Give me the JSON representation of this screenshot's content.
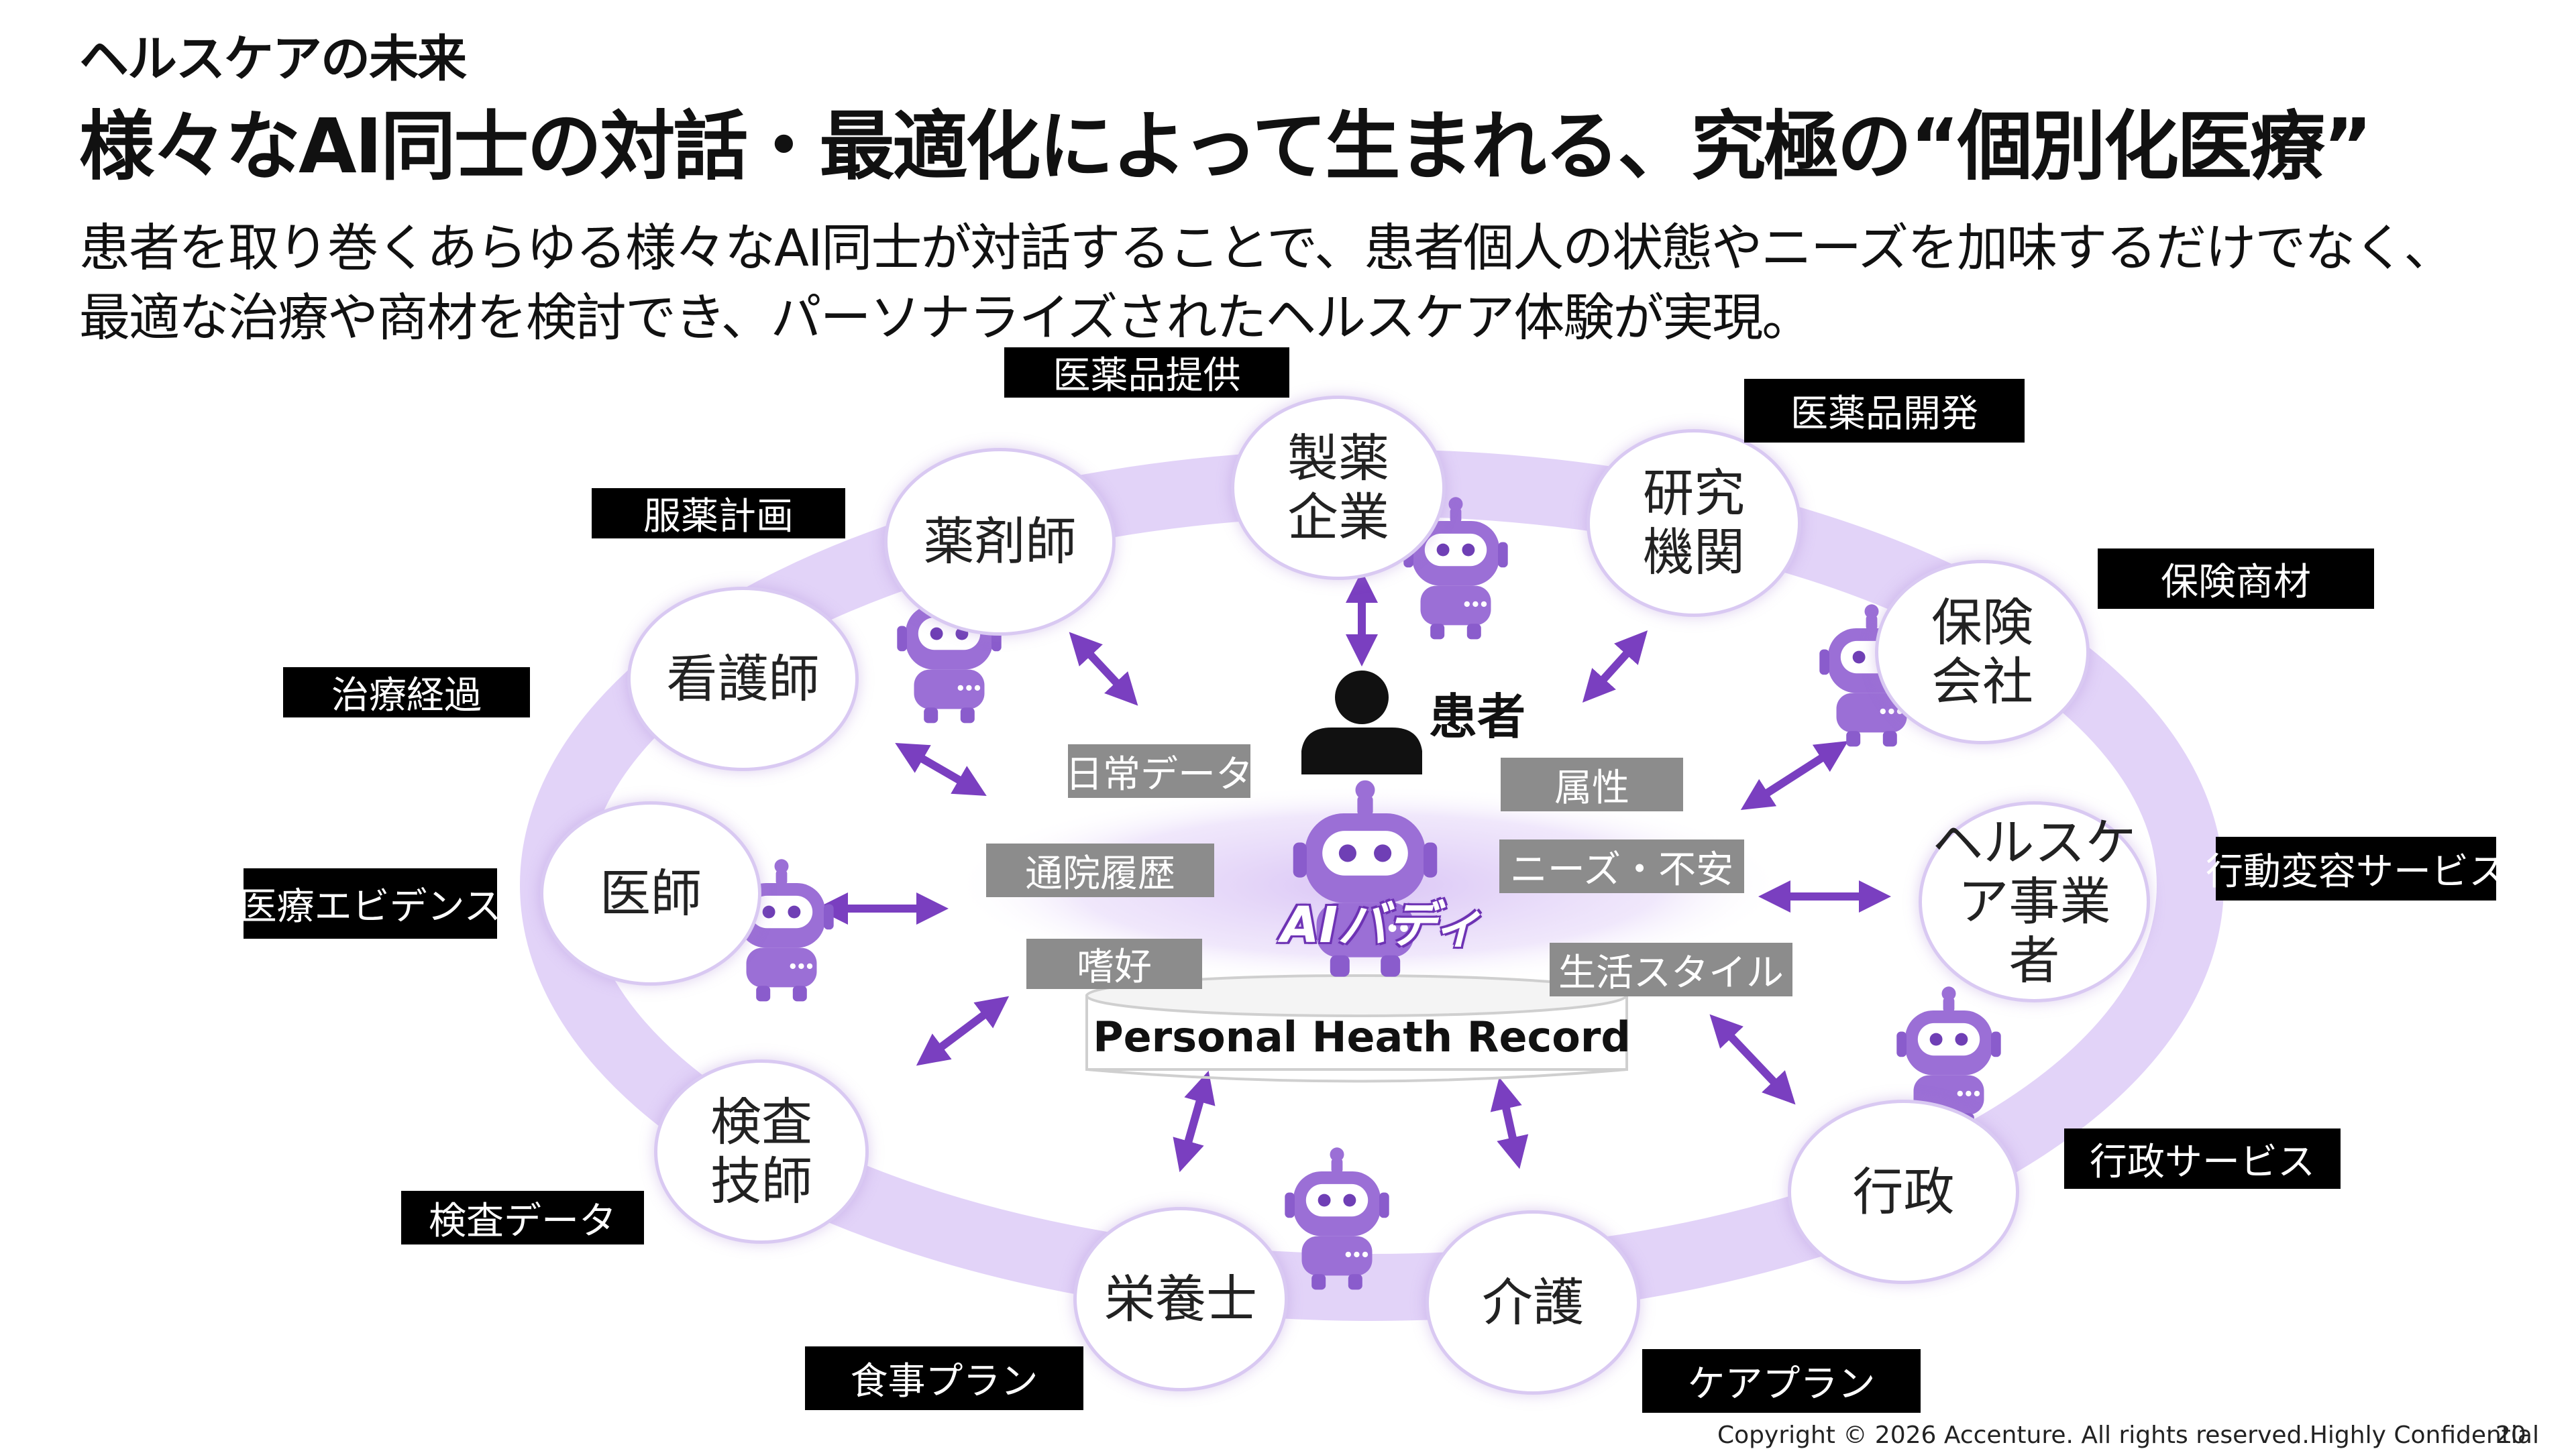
{
  "header": {
    "kicker": "ヘルスケアの未来",
    "title": "様々なAI同士の対話・最適化によって生まれる、究極の“個別化医療”",
    "subtitle_line1": "患者を取り巻くあらゆる様々なAI同士が対話することで、患者個人の状態やニーズを加味するだけでなく、",
    "subtitle_line2": "最適な治療や商材を検討でき、パーソナライズされたヘルスケア体験が実現。"
  },
  "nodes": {
    "pharma": "製薬\n企業",
    "research": "研究\n機関",
    "pharmacist": "薬剤師",
    "insurance": "保険\n会社",
    "nurse": "看護師",
    "healthcare_provider": "ヘルスケ\nア事業\n者",
    "doctor": "医師",
    "lab_tech": "検査\n技師",
    "government": "行政",
    "nutritionist": "栄養士",
    "care": "介護"
  },
  "tags": {
    "drug_supply": "医薬品提供",
    "drug_development": "医薬品開発",
    "medication_plan": "服薬計画",
    "insurance_products": "保険商材",
    "treatment_progress": "治療経過",
    "behavior_service": "行動変容サービス",
    "medical_evidence": "医療エビデンス",
    "admin_service": "行政サービス",
    "test_data": "検査データ",
    "meal_plan": "食事プラン",
    "care_plan": "ケアプラン"
  },
  "data_tags": {
    "daily_data": "日常データ",
    "attributes": "属性",
    "visit_history": "通院履歴",
    "needs_anxiety": "ニーズ・不安",
    "preferences": "嗜好",
    "lifestyle": "生活スタイル"
  },
  "center": {
    "patient": "患者",
    "ai_buddy": "AIバディ",
    "phr": "Personal Heath Record"
  },
  "footer": {
    "copyright": "Copyright © 2026 Accenture. All rights reserved.Highly Confidential",
    "page": "20"
  },
  "colors": {
    "ring": "#e2d3f8",
    "accent": "#7a3fc0",
    "robot": "#9b6fd6",
    "tag_bg": "#000000",
    "data_tag_bg": "#8c8c8c"
  }
}
